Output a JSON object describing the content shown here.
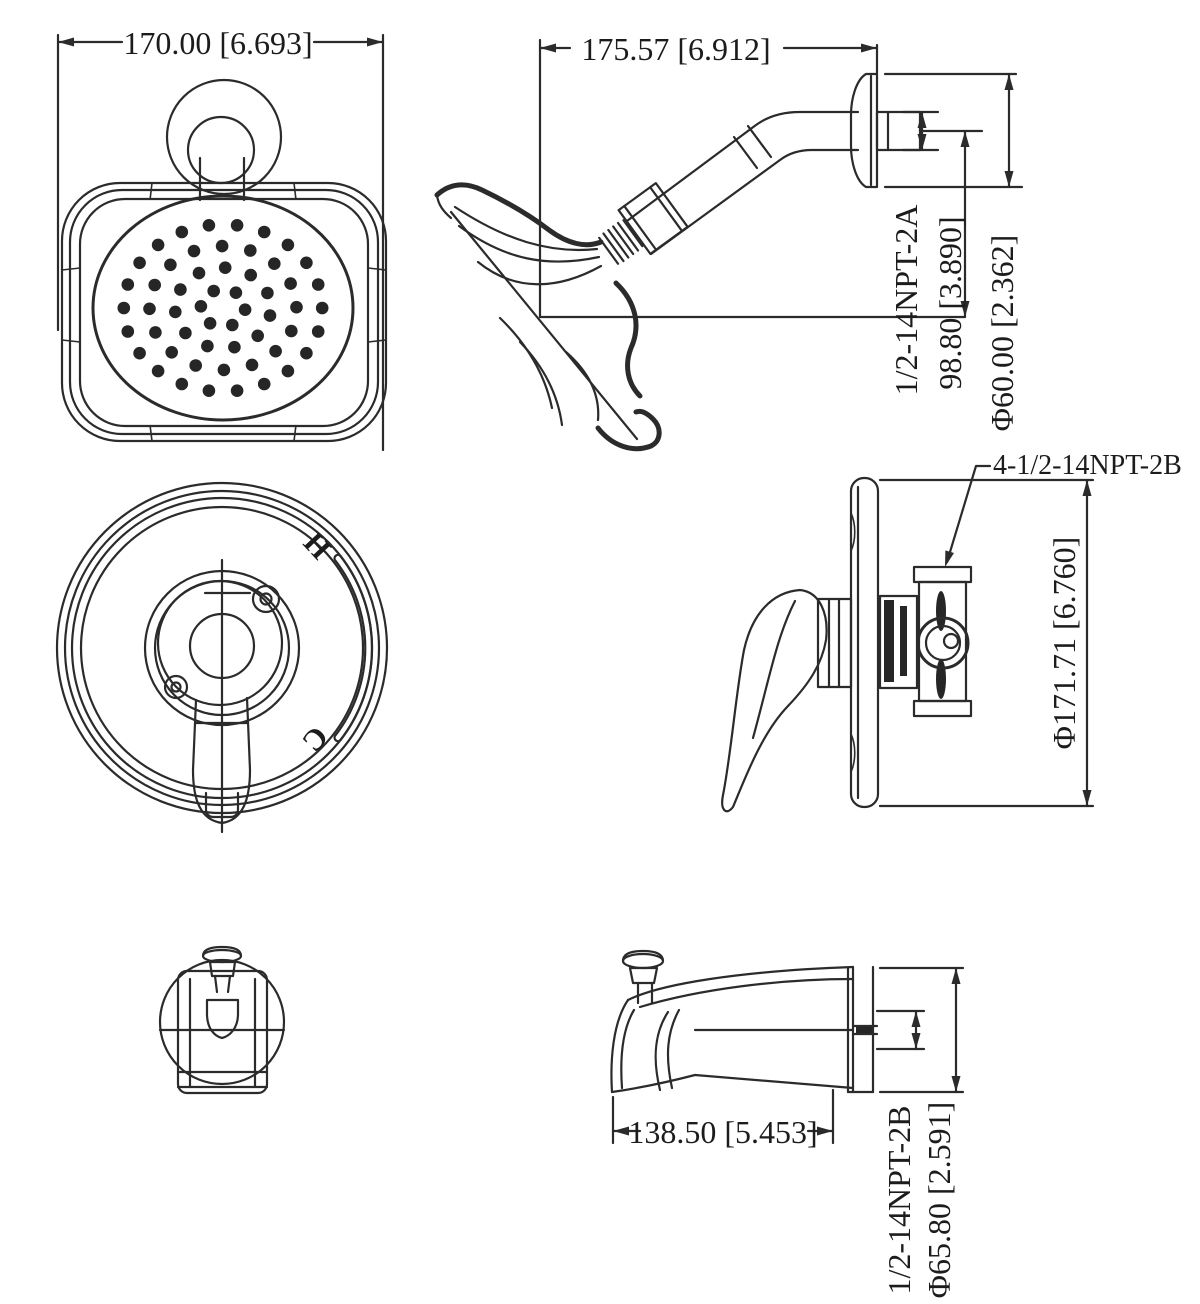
{
  "drawing": {
    "title": "shower-faucet-trim-dimensional-drawing",
    "colors": {
      "line": "#2b2b2b",
      "background": "#ffffff"
    },
    "views": {
      "showerhead_front": {
        "width_dim": "170.00 [6.693]"
      },
      "showerhead_side": {
        "depth_dim": "175.57 [6.912]",
        "arm_thread_dim": "1/2-14NPT-2A",
        "drop_dim": "98.80 [3.890]",
        "flange_dia_dim": "Φ60.00 [2.362]"
      },
      "valve_front": {
        "hot_label": "H",
        "cold_label": "C"
      },
      "valve_side": {
        "valve_thread_label": "4-1/2-14NPT-2B",
        "plate_dia_dim": "Φ171.71 [6.760]"
      },
      "tub_spout_side": {
        "length_dim": "138.50 [5.453]",
        "spout_thread_dim": "1/2-14NPT-2B",
        "flange_dia_dim": "Φ65.80 [2.591]"
      }
    }
  }
}
